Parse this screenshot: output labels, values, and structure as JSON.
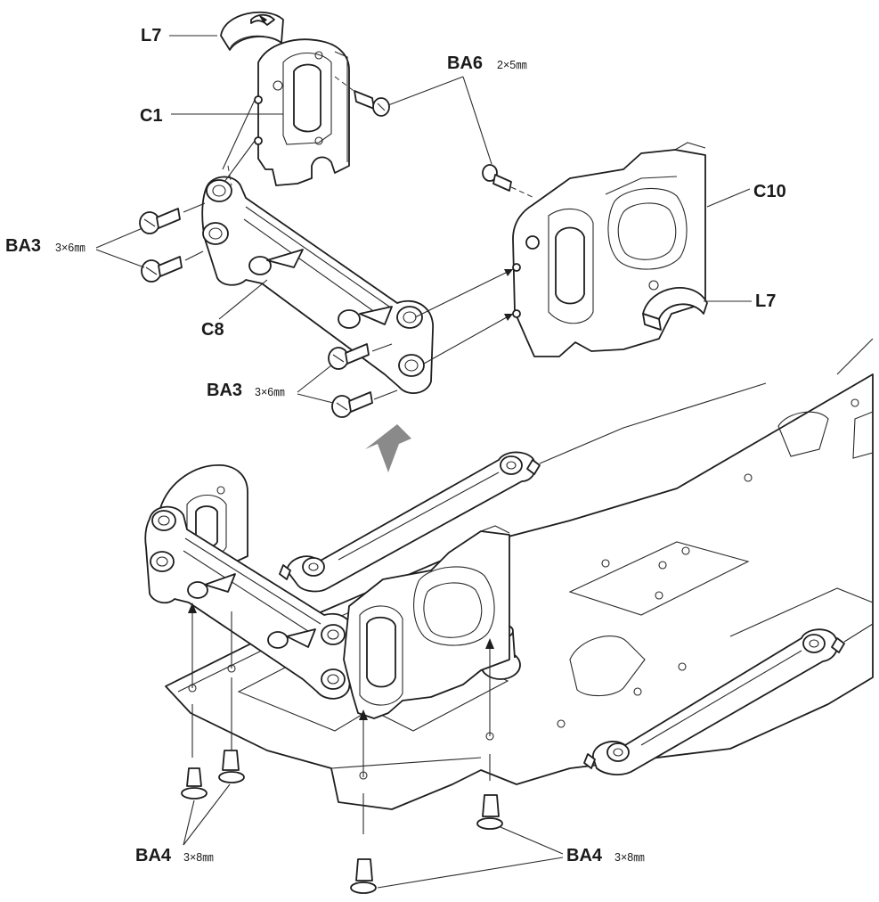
{
  "labels": {
    "l7_top": "L7",
    "c1": "C1",
    "ba6": "BA6",
    "ba6_size": "2×5㎜",
    "c10": "C10",
    "l7_right": "L7",
    "ba3_left": "BA3",
    "ba3_left_size": "3×6㎜",
    "c8": "C8",
    "ba3_lower": "BA3",
    "ba3_lower_size": "3×6㎜",
    "ba4_left": "BA4",
    "ba4_left_size": "3×8㎜",
    "ba4_right": "BA4",
    "ba4_right_size": "3×8㎜"
  },
  "colors": {
    "ink": "#1e1e1e",
    "step_arrow": "#8a8a8a",
    "background": "#ffffff"
  }
}
